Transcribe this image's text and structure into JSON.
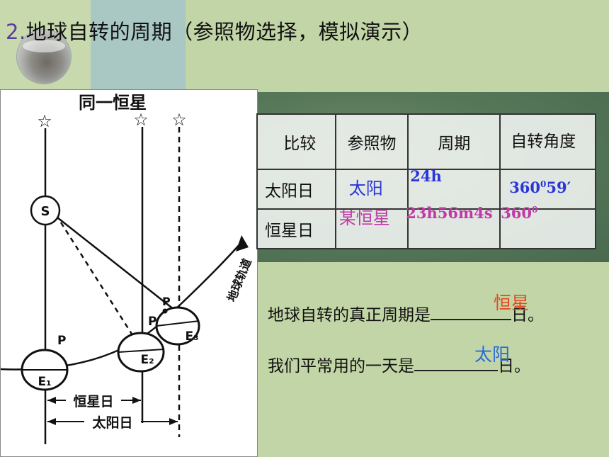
{
  "title": {
    "number": "2.",
    "text": "地球自转的周期（参照物选择，模拟演示）"
  },
  "diagram": {
    "star_label": "同一恒星",
    "sun_label": "S",
    "orbit_label": "地球轨道",
    "earth_labels": [
      "E₁",
      "E₂",
      "E₃"
    ],
    "point_label": "P",
    "sidereal_day_label": "恒星日",
    "solar_day_label": "太阳日",
    "star_glyph": "☆"
  },
  "table": {
    "headers": [
      "比较",
      "参照物",
      "周期",
      "自转角度"
    ],
    "rows": [
      {
        "name": "太阳日",
        "reference": "太阳",
        "period": "24h",
        "angle_base": "360",
        "angle_sup": "0",
        "angle_tail": "59′"
      },
      {
        "name": "恒星日",
        "reference": "某恒星",
        "period": "23h56m4s",
        "angle_base": "360",
        "angle_sup": "0",
        "angle_tail": ""
      }
    ]
  },
  "sentences": {
    "s1_before": "地球自转的真正周期是",
    "s1_after": "日。",
    "s1_answer": "恒星",
    "s2_before": "我们平常用的一天是",
    "s2_after": "日。",
    "s2_answer": "太阳"
  },
  "colors": {
    "blue_answer": "#2a35d8",
    "pink_answer": "#c03aa7",
    "orange_answer": "#e5481e"
  }
}
